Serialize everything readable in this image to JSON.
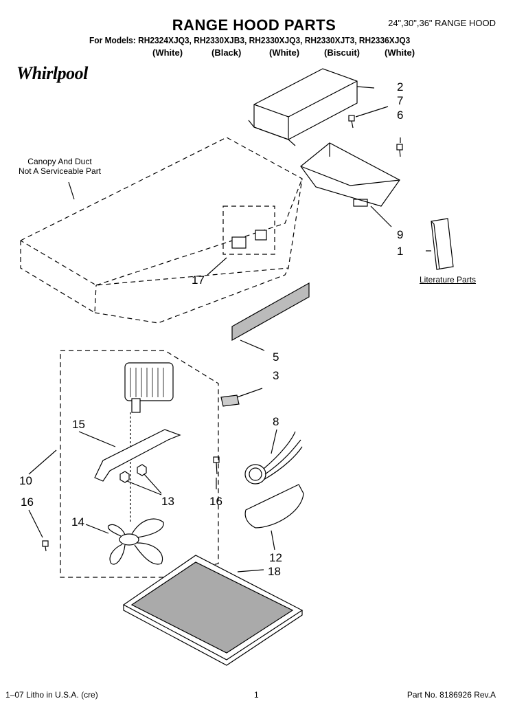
{
  "header": {
    "title": "RANGE HOOD PARTS",
    "hood_type": "24\",30\",36\" RANGE HOOD",
    "models_line": "For Models: RH2324XJQ3, RH2330XJB3, RH2330XJQ3, RH2330XJT3, RH2336XJQ3",
    "colors": [
      "(White)",
      "(Black)",
      "(White)",
      "(Biscuit)",
      "(White)"
    ],
    "brand": "Whirlpool"
  },
  "notes": {
    "canopy_line1": "Canopy And Duct",
    "canopy_line2": "Not A Serviceable Part",
    "literature": "Literature Parts"
  },
  "callouts": [
    "2",
    "7",
    "6",
    "9",
    "1",
    "17",
    "5",
    "3",
    "15",
    "8",
    "10",
    "13",
    "16",
    "16",
    "14",
    "12",
    "18"
  ],
  "footer": {
    "left": "1–07 Litho in U.S.A. (cre)",
    "page": "1",
    "part_no": "Part No. 8186926 Rev.A"
  }
}
